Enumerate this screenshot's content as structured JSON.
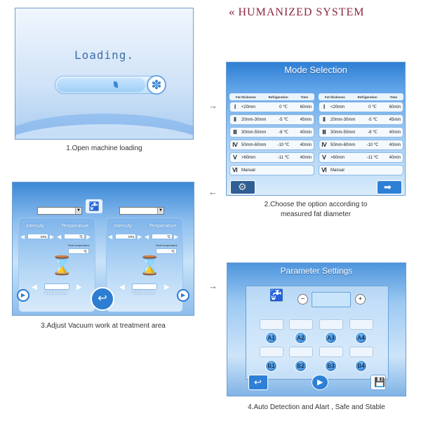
{
  "header": {
    "chevron": "«",
    "title": "HUMANIZED SYSTEM"
  },
  "arrows": {
    "right": "→",
    "left": "←"
  },
  "step1": {
    "loading_text": "Loading.",
    "progress": 0.86,
    "icon": "fan-icon",
    "caption": "1.Open machine loading"
  },
  "step2": {
    "title": "Mode Selection",
    "headers": [
      "Fat thickness",
      "Refrigeration",
      "Time"
    ],
    "rows": [
      {
        "num": "Ⅰ",
        "fat": "<20mm",
        "temp": "0 ℃",
        "time": "60min"
      },
      {
        "num": "Ⅱ",
        "fat": "20mm-30mm",
        "temp": "-5 ℃",
        "time": "45min"
      },
      {
        "num": "Ⅲ",
        "fat": "30mm-50mm",
        "temp": "-8 ℃",
        "time": "40min"
      },
      {
        "num": "Ⅳ",
        "fat": "50mm-60mm",
        "temp": "-10 ℃",
        "time": "40min"
      },
      {
        "num": "Ⅴ",
        "fat": ">60mm",
        "temp": "-11 ℃",
        "time": "40min"
      },
      {
        "num": "Ⅵ",
        "fat": "Manual",
        "temp": "",
        "time": ""
      }
    ],
    "caption_line1": "2.Choose the option according to",
    "caption_line2": "measured fat diameter"
  },
  "step3": {
    "intensity_label": "Intensity",
    "temperature_label": "Temperature",
    "kpa_unit": "kPa",
    "c_unit": "℃",
    "real_temp_label": "Real temperature",
    "work_time_label": "Work time",
    "caption": "3.Adjust Vacuum work at treatment area"
  },
  "step4": {
    "title": "Parameter Settings",
    "minus": "−",
    "plus": "+",
    "a_buttons": [
      "A1",
      "A2",
      "A3",
      "A4"
    ],
    "b_buttons": [
      "B1",
      "B2",
      "B3",
      "B4"
    ],
    "caption": "4.Auto Detection and Alart , Safe and Stable"
  },
  "colors": {
    "brand": "#8a2540",
    "accent": "#2c7ad3"
  }
}
